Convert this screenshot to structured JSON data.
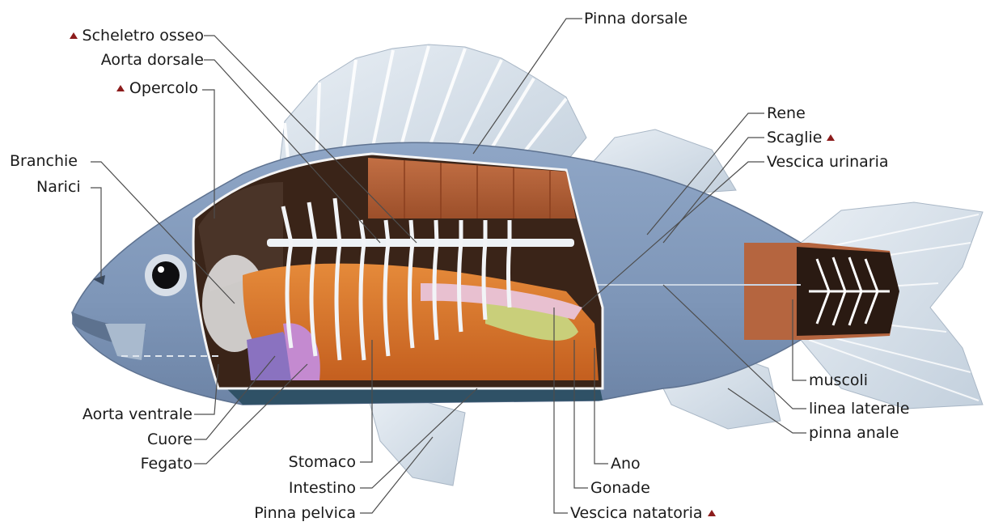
{
  "labels": {
    "scheletro_osseo": "Scheletro osseo",
    "aorta_dorsale": "Aorta dorsale",
    "opercolo": "Opercolo",
    "branchie": "Branchie",
    "narici": "Narici",
    "aorta_ventrale": "Aorta ventrale",
    "cuore": "Cuore",
    "fegato": "Fegato",
    "stomaco": "Stomaco",
    "intestino": "Intestino",
    "pinna_pelvica": "Pinna pelvica",
    "pinna_dorsale": "Pinna dorsale",
    "rene": "Rene",
    "scaglie": "Scaglie",
    "vescica_urinaria": "Vescica urinaria",
    "muscoli": "muscoli",
    "linea_laterale": "linea laterale",
    "pinna_anale": "pinna anale",
    "ano": "Ano",
    "gonade": "Gonade",
    "vescica_natatoria": "Vescica natatoria"
  },
  "colors": {
    "label_text": "#1a1a1a",
    "leader_line": "#555555",
    "marker": "#8c1c1c",
    "fish_body": "#7f96b8",
    "muscle": "#b8653a",
    "gut": "#d9782e",
    "fin": "#d9e3ec"
  }
}
